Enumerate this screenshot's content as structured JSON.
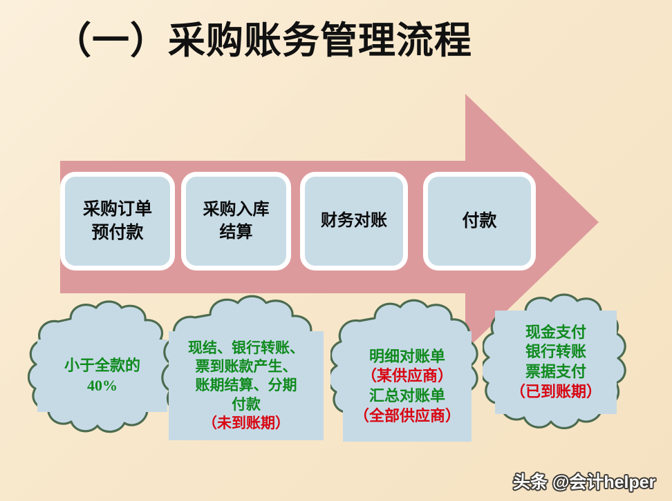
{
  "slide": {
    "title": "（一）采购账务管理流程",
    "background_color": "#f8e8cc",
    "arrow_color": "#dd9a9c",
    "box_fill_color": "#c8dce6",
    "box_border_color": "#ffffff",
    "cloud_fill_color": "#c6dae6",
    "cloud_outline_color": "#4c6b4f",
    "green_text_color": "#0f8a1e",
    "red_text_color": "#d80511"
  },
  "flow": {
    "steps": [
      {
        "line1": "采购订单",
        "line2": "预付款"
      },
      {
        "line1": "采购入库",
        "line2": "结算"
      },
      {
        "line1": "财务对账",
        "line2": ""
      },
      {
        "line1": "付款",
        "line2": ""
      }
    ]
  },
  "callouts": [
    {
      "lines": [
        {
          "text": "小于全款的",
          "color": "green"
        },
        {
          "text": "40%",
          "color": "green"
        }
      ]
    },
    {
      "lines": [
        {
          "text": "现结、银行转账、",
          "color": "green"
        },
        {
          "text": "票到账款产生、",
          "color": "green"
        },
        {
          "text": "账期结算、分期",
          "color": "green"
        },
        {
          "text": "付款",
          "color": "green"
        },
        {
          "text": "（未到账期）",
          "color": "red"
        }
      ]
    },
    {
      "lines": [
        {
          "text": "明细对账单",
          "color": "green"
        },
        {
          "text": "（某供应商）",
          "color": "red"
        },
        {
          "text": "汇总对账单",
          "color": "green"
        },
        {
          "text": "（全部供应商）",
          "color": "red"
        }
      ]
    },
    {
      "lines": [
        {
          "text": "现金支付",
          "color": "green"
        },
        {
          "text": "银行转账",
          "color": "green"
        },
        {
          "text": "票据支付",
          "color": "green"
        },
        {
          "text": "（已到账期）",
          "color": "red"
        }
      ]
    }
  ],
  "watermark": {
    "text": "头条 @会计helper"
  }
}
